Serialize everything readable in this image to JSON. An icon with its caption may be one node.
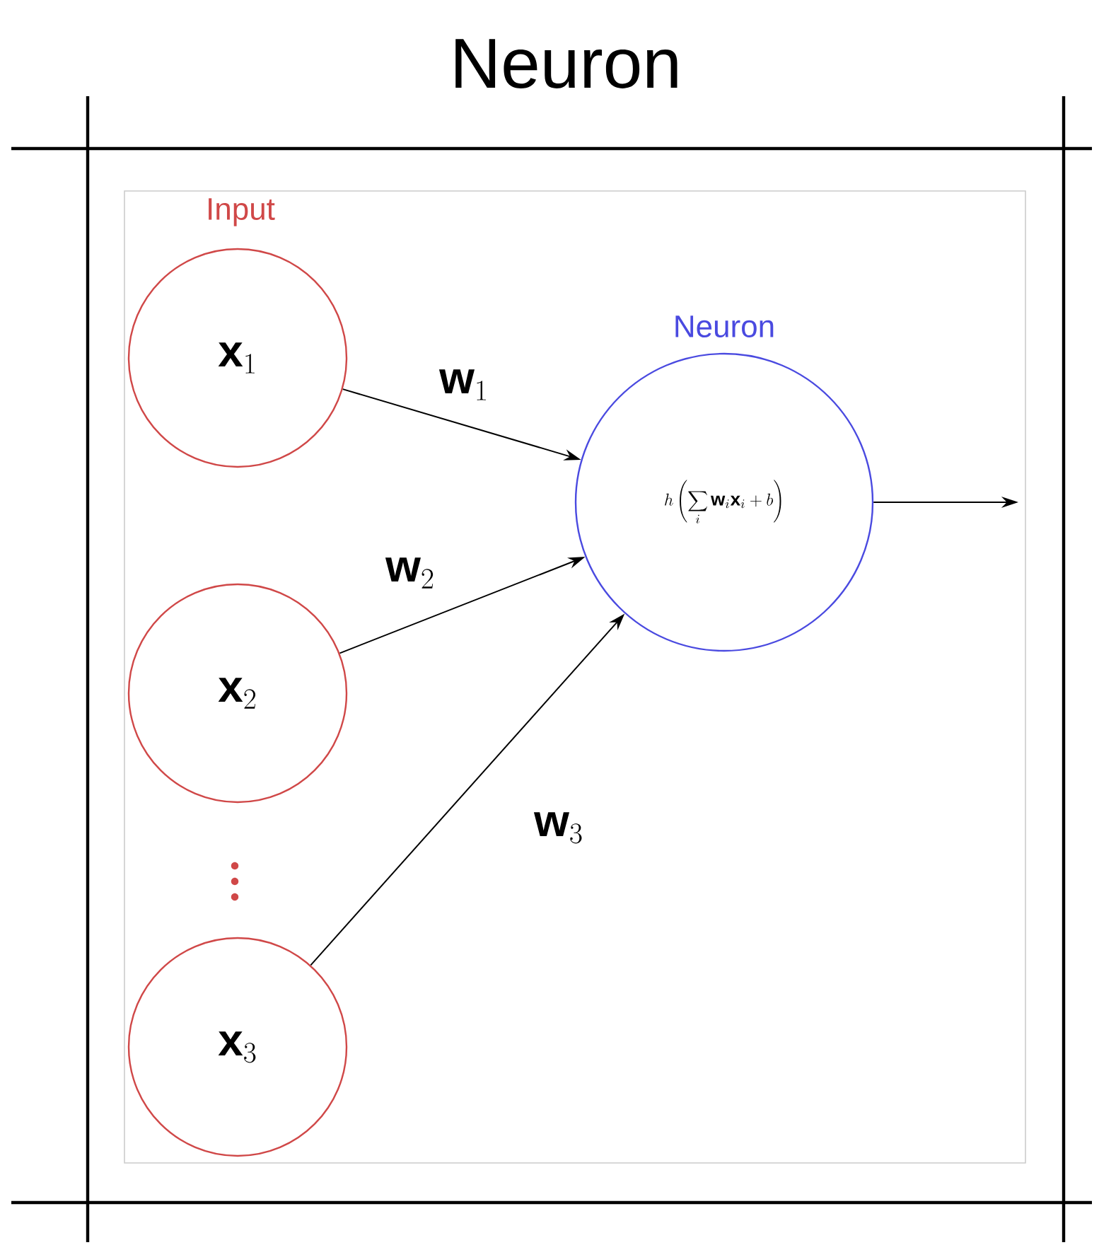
{
  "diagram": {
    "title": "Neuron",
    "nodes": [
      {
        "text": [
          "\\mathbf{x}_{1}"
        ]
      },
      {
        "text": [
          "\\mathbf{x}_{2}"
        ]
      },
      {
        "text": [
          "\\mathbf{x}_{3}"
        ]
      },
      {
        "text": [
          "Neuron",
          "h\\left(\\sum_{i}\\mathbf{w}_{i}\\mathbf{x}_{i}+b\\right)"
        ]
      }
    ],
    "edges": [
      {
        "from": 0,
        "to": 3,
        "arrow": "to",
        "label": "\\mathbf{w}_{1}"
      },
      {
        "from": 1,
        "to": 3,
        "arrow": "to",
        "label": "\\mathbf{w}_{2}"
      },
      {
        "from": 2,
        "to": 3,
        "arrow": "to",
        "label": "\\mathbf{w}_{3}"
      },
      {
        "from": 3,
        "to": null,
        "arrow": "to"
      }
    ],
    "labels": [
      "Input"
    ]
  }
}
